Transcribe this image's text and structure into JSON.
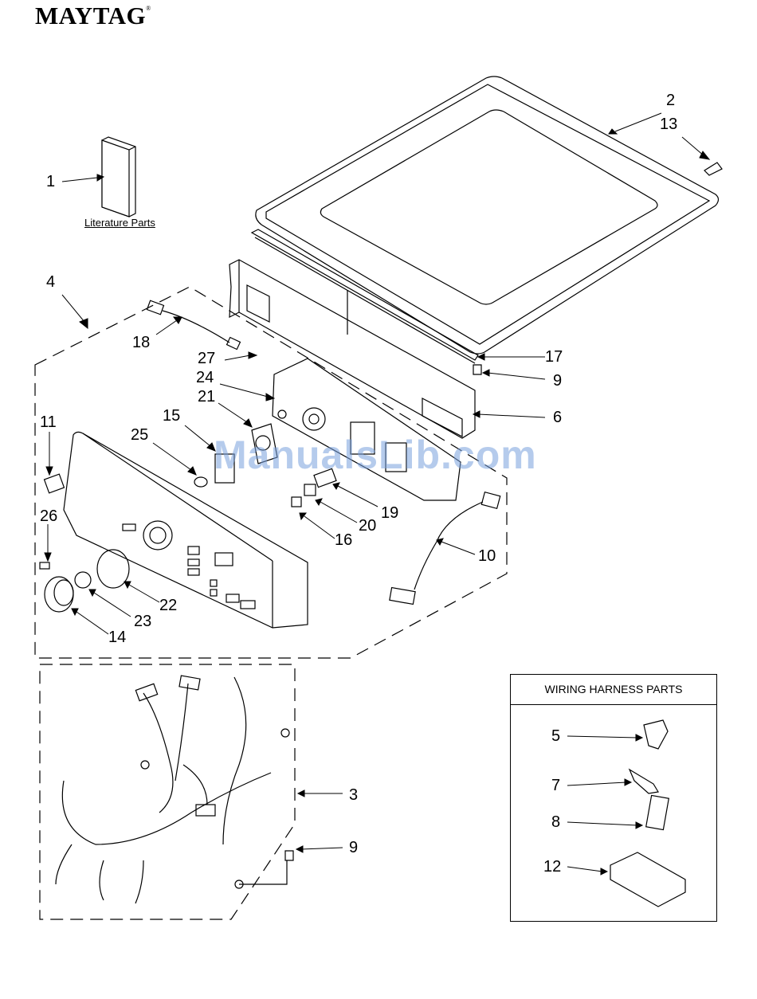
{
  "brand": "MAYTAG",
  "brand_mark": "®",
  "literature_label": "Literature Parts",
  "watermark": "ManualsLib.com",
  "harness_box": {
    "title": "WIRING HARNESS PARTS"
  },
  "callouts": {
    "n1": "1",
    "n2": "2",
    "n3": "3",
    "n4": "4",
    "n5": "5",
    "n6": "6",
    "n7": "7",
    "n8": "8",
    "n9a": "9",
    "n9b": "9",
    "n10": "10",
    "n11": "11",
    "n12": "12",
    "n13": "13",
    "n14": "14",
    "n15": "15",
    "n16": "16",
    "n17": "17",
    "n18": "18",
    "n19": "19",
    "n20": "20",
    "n21": "21",
    "n22": "22",
    "n23": "23",
    "n24": "24",
    "n25": "25",
    "n26": "26",
    "n27": "27"
  },
  "colors": {
    "line": "#000000",
    "watermark": "#78a0dc"
  }
}
